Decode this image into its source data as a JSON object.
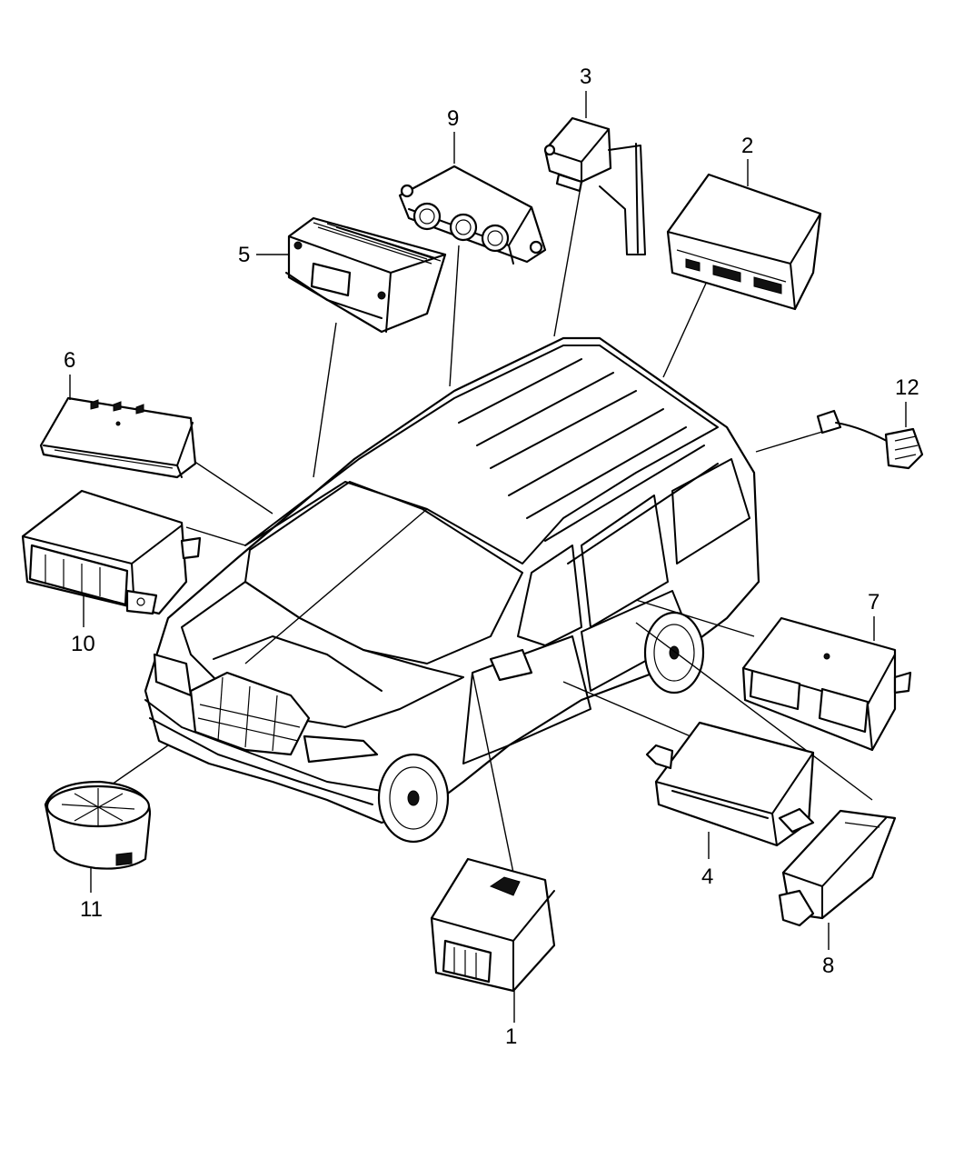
{
  "callouts": [
    {
      "id": "1",
      "label": "1"
    },
    {
      "id": "2",
      "label": "2"
    },
    {
      "id": "3",
      "label": "3"
    },
    {
      "id": "4",
      "label": "4"
    },
    {
      "id": "5",
      "label": "5"
    },
    {
      "id": "6",
      "label": "6"
    },
    {
      "id": "7",
      "label": "7"
    },
    {
      "id": "8",
      "label": "8"
    },
    {
      "id": "9",
      "label": "9"
    },
    {
      "id": "10",
      "label": "10"
    },
    {
      "id": "11",
      "label": "11"
    },
    {
      "id": "12",
      "label": "12"
    }
  ],
  "icons": {
    "vehicle": "minivan-icon",
    "modules": "electronic-control-module-icon"
  }
}
